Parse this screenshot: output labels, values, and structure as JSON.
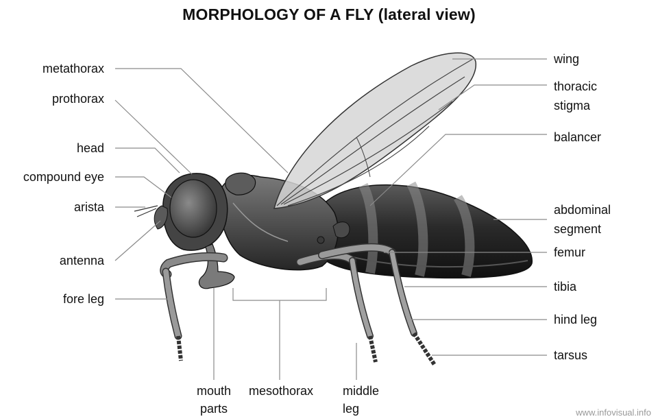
{
  "title": "MORPHOLOGY OF A FLY (lateral view)",
  "labels": {
    "metathorax": "metathorax",
    "prothorax": "prothorax",
    "head": "head",
    "compound_eye": "compound eye",
    "arista": "arista",
    "antenna": "antenna",
    "fore_leg": "fore leg",
    "wing": "wing",
    "thoracic_stigma_1": "thoracic",
    "thoracic_stigma_2": "stigma",
    "balancer": "balancer",
    "abdominal_segment_1": "abdominal",
    "abdominal_segment_2": "segment",
    "femur": "femur",
    "tibia": "tibia",
    "hind_leg": "hind leg",
    "tarsus": "tarsus",
    "mouth_parts_1": "mouth",
    "mouth_parts_2": "parts",
    "mesothorax": "mesothorax",
    "middle_leg_1": "middle",
    "middle_leg_2": "leg"
  },
  "credit": "www.infovisual.info",
  "colors": {
    "body_dark": "#1c1c1c",
    "body_mid": "#6e6e6e",
    "wing": "#d6d6d6",
    "leader": "#8a8a8a"
  }
}
